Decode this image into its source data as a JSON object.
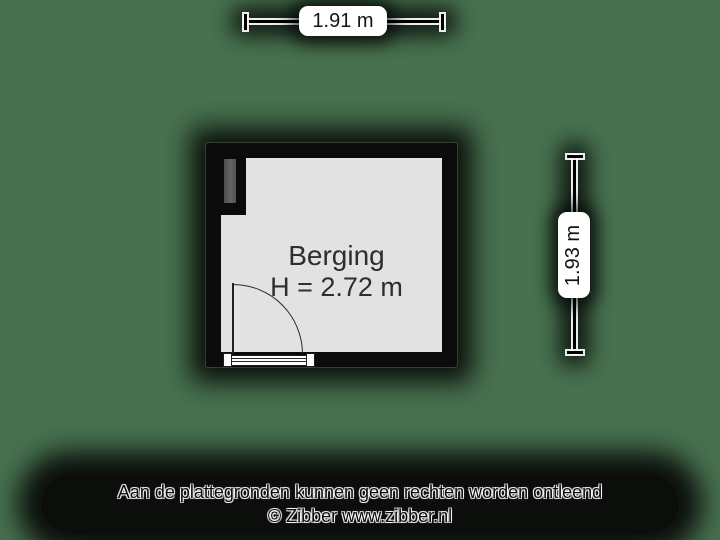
{
  "floorplan": {
    "room": {
      "name": "Berging",
      "height_label": "H = 2.72 m"
    },
    "dimensions": {
      "width_label": "1.91 m",
      "height_label": "1.93 m"
    },
    "features": [
      "door-swing-arc",
      "door-threshold",
      "duct-shaft"
    ],
    "colors": {
      "background": "#47714f",
      "wall": "#0b0b0b",
      "floor": "#e2e2e2",
      "shaft": "#58585a",
      "dimension_pill_bg": "#ffffff",
      "room_text": "#2e2e2e"
    }
  },
  "footer": {
    "disclaimer": "Aan de plattegronden kunnen geen rechten worden ontleend",
    "copyright": "© Zibber www.zibber.nl"
  }
}
